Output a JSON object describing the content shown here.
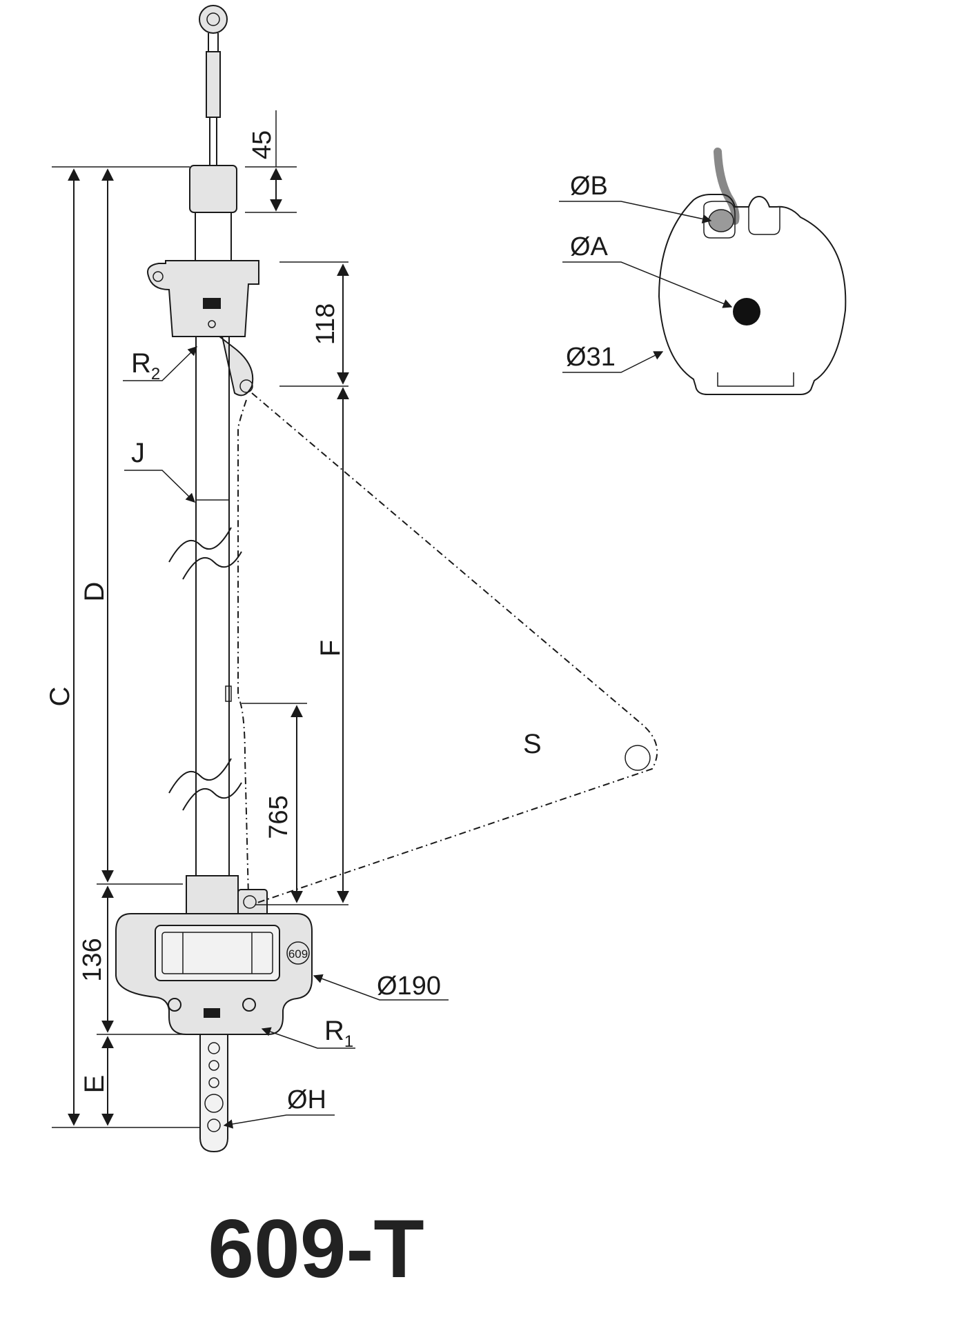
{
  "labels": {
    "dim_45": "45",
    "dim_118": "118",
    "dim_765": "765",
    "dim_136": "136",
    "dim_190": "Ø190",
    "dim_31": "Ø31",
    "letter_C": "C",
    "letter_D": "D",
    "letter_E": "E",
    "letter_F": "F",
    "letter_J": "J",
    "letter_S": "S",
    "letter_R": "R",
    "sub_2": "2",
    "sub_1": "1",
    "dia_A": "ØA",
    "dia_B": "ØB",
    "dia_H": "ØH",
    "drum_badge": "609"
  },
  "model": "609-T",
  "colors": {
    "line": "#1a1a1a",
    "part_fill": "#e4e4e4",
    "cable": "#888888"
  }
}
